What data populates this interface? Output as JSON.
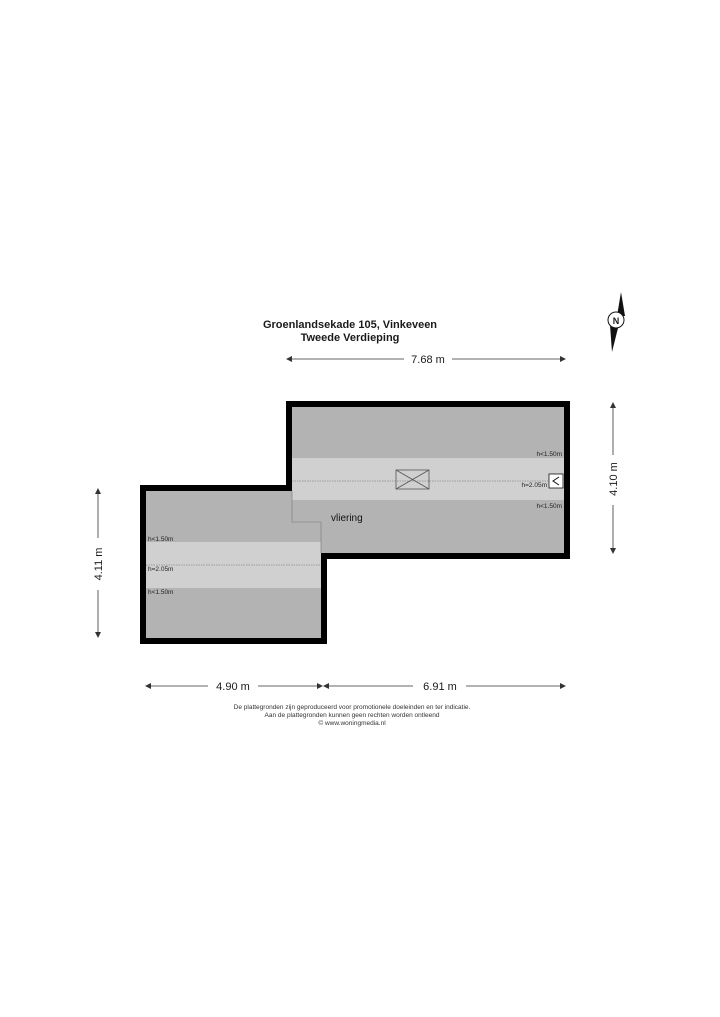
{
  "header": {
    "address": "Groenlandsekade 105, Vinkeveen",
    "floor": "Tweede Verdieping"
  },
  "dimensions": {
    "top_width": "7.68 m",
    "right_height": "4.10 m",
    "left_height": "4.11 m",
    "bottom_left_width": "4.90 m",
    "bottom_right_width": "6.91 m"
  },
  "rooms": {
    "main": "vliering"
  },
  "height_labels": {
    "right_upper": "h<1.50m",
    "right_middle": "h=2.05m",
    "right_lower": "h<1.50m",
    "left_upper": "h<1.50m",
    "left_middle": "h=2.05m",
    "left_lower": "h<1.50m"
  },
  "compass": {
    "letter": "N"
  },
  "disclaimer": {
    "line1": "De plattegronden zijn geproduceerd voor promotionele doeleinden en ter indicatie.",
    "line2": "Aan de plattegronden kunnen geen rechten worden ontleend",
    "line3": "© www.woningmedia.nl"
  },
  "colors": {
    "wall": "#000000",
    "floor_dark": "#b3b3b3",
    "floor_light": "#d0d0d0",
    "dim_line": "#333333"
  }
}
